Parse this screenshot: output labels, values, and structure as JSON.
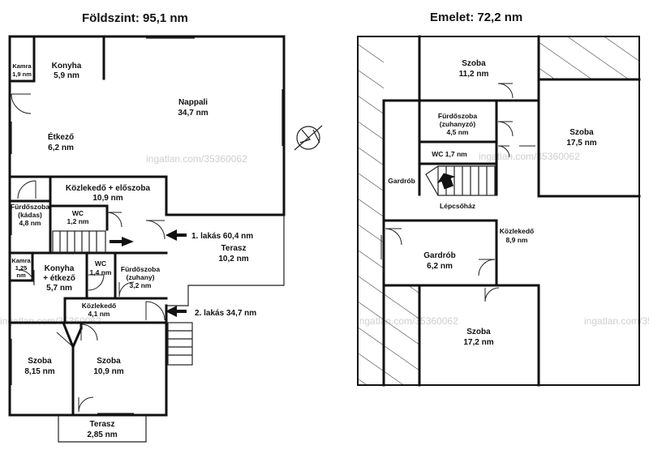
{
  "titles": {
    "ground": "Földszint: 95,1 nm",
    "upper": "Emelet: 72,2 nm"
  },
  "watermark": "ingatlan.com/35360062",
  "ground_rooms": {
    "kamra1": [
      "Kamra",
      "1,9 nm"
    ],
    "konyha": [
      "Konyha",
      "5,9 nm"
    ],
    "nappali": [
      "Nappali",
      "34,7 nm"
    ],
    "etkezo": [
      "Étkező",
      "6,2 nm"
    ],
    "kozlekedo_eloszoba": [
      "Közlekedő + előszoba",
      "10,9 nm"
    ],
    "furdo_kadas": [
      "Fürdőszoba",
      "(kádas)",
      "4,8 nm"
    ],
    "wc1": [
      "WC",
      "1,2 nm"
    ],
    "terasz1": [
      "Terasz",
      "10,2 nm"
    ],
    "kamra2": [
      "Kamra",
      "1,25",
      "nm"
    ],
    "konyha_etkezo": [
      "Konyha",
      "+ étkező",
      "5,7 nm"
    ],
    "wc2": [
      "WC",
      "1,4 nm"
    ],
    "furdo_zuhany": [
      "Fürdőszoba",
      "(zuhany)",
      "3,2 nm"
    ],
    "kozlekedo2": [
      "Közlekedő",
      "4,1 nm"
    ],
    "szoba1": [
      "Szoba",
      "8,15 nm"
    ],
    "szoba2": [
      "Szoba",
      "10,9 nm"
    ],
    "terasz2": [
      "Terasz",
      "2,85 nm"
    ]
  },
  "units": {
    "unit1": "1. lakás 60,4  nm",
    "unit2": "2. lakás 34,7 nm"
  },
  "upper_rooms": {
    "szoba_top": [
      "Szoba",
      "11,2 nm"
    ],
    "furdo_zuhanyzo": [
      "Fürdőszoba",
      "(zuhanyzó)",
      "4,5 nm"
    ],
    "wc": [
      "WC 1,7 nm"
    ],
    "szoba_right": [
      "Szoba",
      "17,5 nm"
    ],
    "gardrob_small": [
      "Gardrób"
    ],
    "lepcsohaz": [
      "Lépcsőház"
    ],
    "kozlekedo": [
      "Közlekedő",
      "8,9 nm"
    ],
    "gardrob": [
      "Gardrób",
      "6,2 nm"
    ],
    "szoba_bottom": [
      "Szoba",
      "17,2 nm"
    ]
  }
}
